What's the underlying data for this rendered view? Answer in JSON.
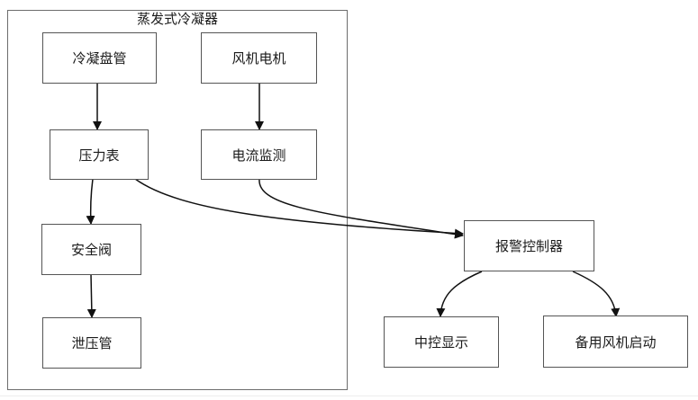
{
  "group": {
    "title": "蒸发式冷凝器"
  },
  "nodes": {
    "condenser_coil": "冷凝盘管",
    "fan_motor": "风机电机",
    "pressure_gauge": "压力表",
    "current_monitor": "电流监测",
    "safety_valve": "安全阀",
    "relief_pipe": "泄压管",
    "alarm_controller": "报警控制器",
    "central_display": "中控显示",
    "backup_fan_start": "备用风机启动"
  },
  "edges": [
    {
      "from": "冷凝盘管",
      "to": "压力表"
    },
    {
      "from": "风机电机",
      "to": "电流监测"
    },
    {
      "from": "压力表",
      "to": "安全阀"
    },
    {
      "from": "安全阀",
      "to": "泄压管"
    },
    {
      "from": "压力表",
      "to": "报警控制器"
    },
    {
      "from": "电流监测",
      "to": "报警控制器"
    },
    {
      "from": "报警控制器",
      "to": "中控显示"
    },
    {
      "from": "报警控制器",
      "to": "备用风机启动"
    }
  ],
  "colors": {
    "line": "#111111",
    "border": "#555555",
    "group_border": "#6d6d6d"
  }
}
